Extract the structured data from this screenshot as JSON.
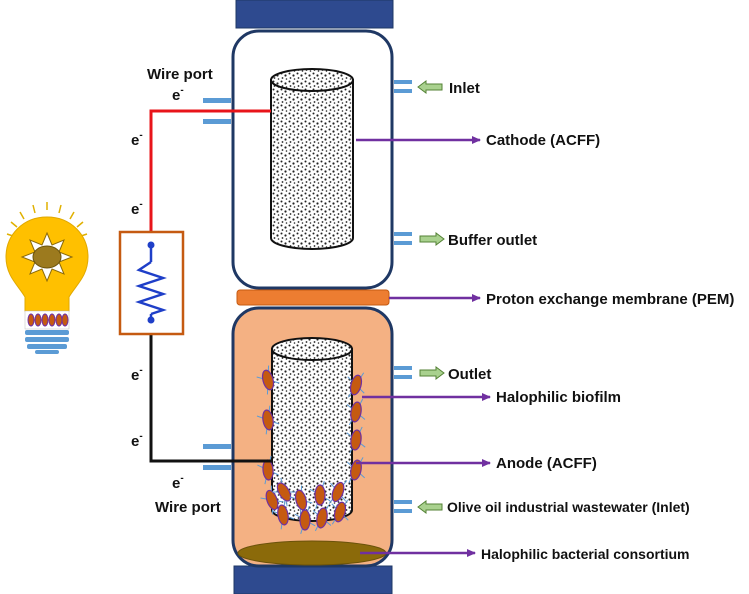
{
  "labels": {
    "wire_port_top": "Wire port",
    "wire_port_bottom": "Wire port",
    "electron": "e",
    "electron_sup": "-",
    "inlet": "Inlet",
    "cathode": "Cathode (ACFF)",
    "buffer_outlet": "Buffer outlet",
    "pem": "Proton exchange membrane (PEM)",
    "outlet": "Outlet",
    "halophilic_biofilm": "Halophilic biofilm",
    "anode": "Anode (ACFF)",
    "olive_oil_inlet": "Olive oil industrial wastewater (Inlet)",
    "bacterial_consortium": "Halophilic bacterial consortium"
  },
  "colors": {
    "chamber_border": "#1F3864",
    "end_cap": "#2E4A8F",
    "anode_fill": "#F4B183",
    "membrane": "#ED7D31",
    "sediment": "#8B6A0A",
    "wire_red": "#E8141A",
    "wire_black": "#111111",
    "arrow_purple": "#7030A0",
    "arrow_green": "#A9D18E",
    "port_blue": "#5B9BD5",
    "resistor_border": "#C55A11",
    "resistor_coil": "#1F3FC8",
    "bulb": "#FFC000",
    "bacteria": "#C55A11"
  },
  "icons": [
    "light-bulb-icon",
    "resistor-icon"
  ]
}
